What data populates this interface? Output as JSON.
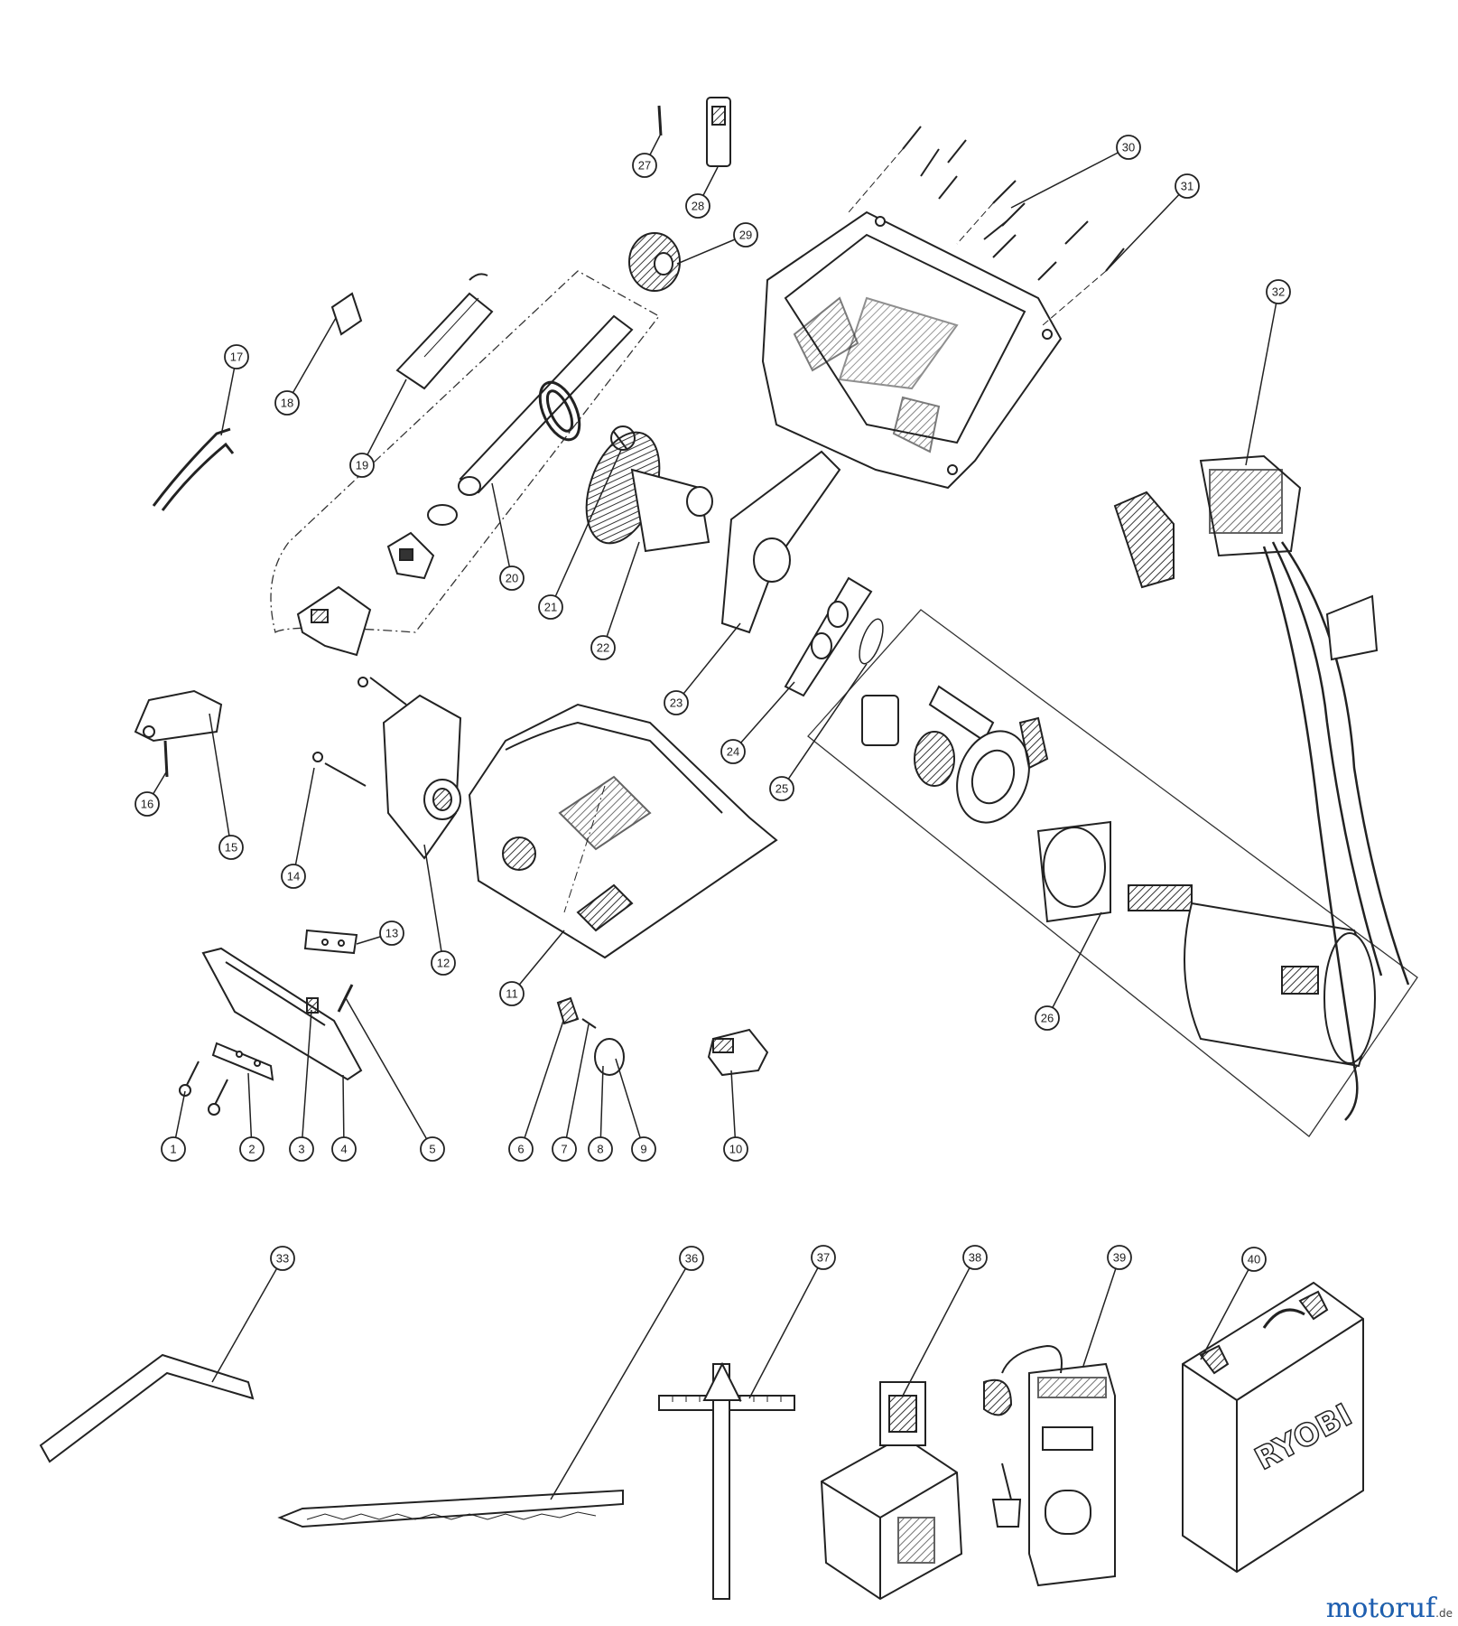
{
  "diagram": {
    "callouts": [
      "1",
      "2",
      "3",
      "4",
      "5",
      "6",
      "7",
      "8",
      "9",
      "10",
      "11",
      "12",
      "13",
      "14",
      "15",
      "16",
      "17",
      "18",
      "19",
      "20",
      "21",
      "22",
      "23",
      "24",
      "25",
      "26",
      "27",
      "28",
      "29",
      "30",
      "31",
      "32",
      "33",
      "36",
      "37",
      "38",
      "39",
      "40"
    ],
    "case_brand": "RYOBI"
  },
  "watermark": {
    "main": "motoruf",
    "suffix": ".de"
  },
  "colors": {
    "line": "#222222",
    "shade": "#555555",
    "watermark_a": "#1f5fb0",
    "watermark_b": "#2e8b3a"
  }
}
